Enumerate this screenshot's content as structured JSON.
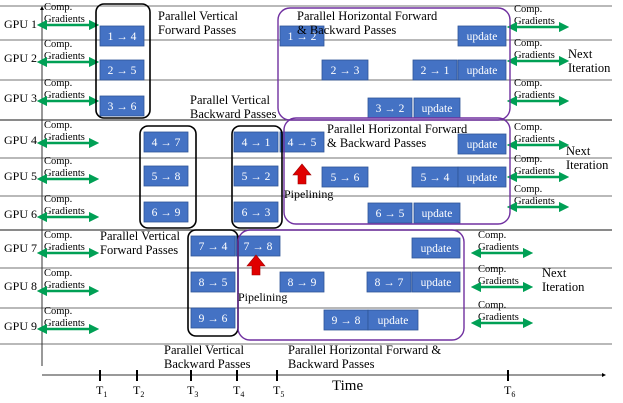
{
  "colors": {
    "block_fill": "#4472c4",
    "block_stroke": "#2f5597",
    "block_text": "#ffffff",
    "arrow_green": "#00a055",
    "purple": "#7030a0",
    "red": "#e00000",
    "black": "#000000"
  },
  "gpus": [
    "GPU 1",
    "GPU 2",
    "GPU 3",
    "GPU 4",
    "GPU 5",
    "GPU 6",
    "GPU 7",
    "GPU 8",
    "GPU 9"
  ],
  "comp_gradients": {
    "line1": "Comp.",
    "line2": "Gradients"
  },
  "blocks": [
    {
      "gpu": 1,
      "label": "1 → 4"
    },
    {
      "gpu": 2,
      "label": "2 → 5"
    },
    {
      "gpu": 3,
      "label": "3 → 6"
    },
    {
      "gpu": 1,
      "label": "1 → 2"
    },
    {
      "gpu": 1,
      "label": "update"
    },
    {
      "gpu": 2,
      "label": "2 → 3"
    },
    {
      "gpu": 2,
      "label": "2 → 1"
    },
    {
      "gpu": 2,
      "label": "update"
    },
    {
      "gpu": 3,
      "label": "3 → 2"
    },
    {
      "gpu": 3,
      "label": "update"
    },
    {
      "gpu": 4,
      "label": "4 → 7"
    },
    {
      "gpu": 5,
      "label": "5 → 8"
    },
    {
      "gpu": 6,
      "label": "6 → 9"
    },
    {
      "gpu": 4,
      "label": "4 → 1"
    },
    {
      "gpu": 5,
      "label": "5 → 2"
    },
    {
      "gpu": 6,
      "label": "6 → 3"
    },
    {
      "gpu": 4,
      "label": "4 → 5"
    },
    {
      "gpu": 4,
      "label": "update"
    },
    {
      "gpu": 5,
      "label": "5 → 6"
    },
    {
      "gpu": 5,
      "label": "5 → 4"
    },
    {
      "gpu": 5,
      "label": "update"
    },
    {
      "gpu": 6,
      "label": "6 → 5"
    },
    {
      "gpu": 6,
      "label": "update"
    },
    {
      "gpu": 7,
      "label": "7 → 4"
    },
    {
      "gpu": 8,
      "label": "8 → 5"
    },
    {
      "gpu": 9,
      "label": "9 → 6"
    },
    {
      "gpu": 7,
      "label": "7 → 8"
    },
    {
      "gpu": 7,
      "label": "update"
    },
    {
      "gpu": 8,
      "label": "8 → 9"
    },
    {
      "gpu": 8,
      "label": "8 → 7"
    },
    {
      "gpu": 8,
      "label": "update"
    },
    {
      "gpu": 9,
      "label": "9 → 8"
    },
    {
      "gpu": 9,
      "label": "update"
    }
  ],
  "annotations": {
    "parallel_vertical_forward": "Parallel Vertical\nForward Passes",
    "parallel_vertical_backward": "Parallel Vertical\nBackward Passes",
    "parallel_horizontal_1": "Parallel Horizontal Forward\n& Backward Passes",
    "parallel_horizontal_2": "Parallel Horizontal Forward\n& Backward Passes",
    "parallel_horizontal_3": "Parallel Horizontal Forward &\nBackward Passes",
    "pipelining": "Pipelining",
    "next_iteration": "Next\nIteration"
  },
  "time_axis": {
    "label": "Time",
    "ticks": [
      "T1",
      "T2",
      "T3",
      "T4",
      "T5",
      "T6"
    ]
  }
}
